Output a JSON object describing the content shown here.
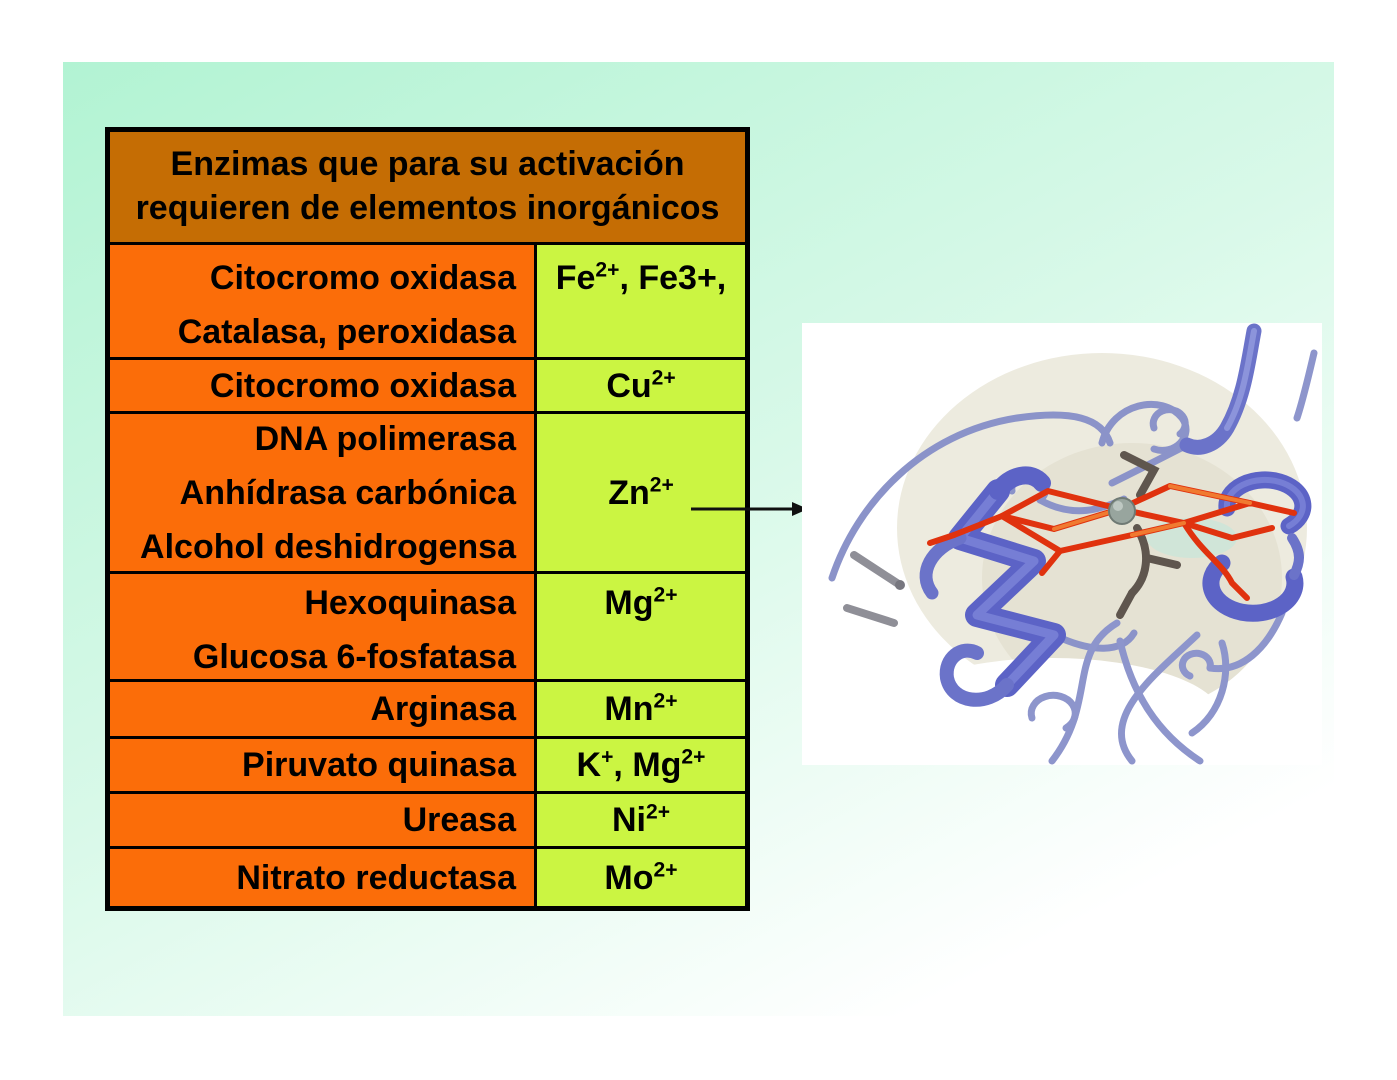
{
  "colors": {
    "header_bg": "#c56d04",
    "enzyme_bg": "#fb6d09",
    "ion_bg": "#cbf542",
    "border_color": "#000000",
    "text_color": "#000000",
    "bg_green": "#b2f3d3",
    "bg_mid": "#d9f9e9",
    "bg_white": "#ffffff"
  },
  "table": {
    "title_lines": [
      "Enzimas que para su activación",
      "requieren de elementos inorgánicos"
    ],
    "rows": [
      {
        "enzymes": [
          "Citocromo oxidasa",
          "Catalasa, peroxidasa"
        ],
        "ion": [
          {
            "t": "Fe"
          },
          {
            "t": "2+",
            "sup": true
          },
          {
            "t": ", Fe3+,"
          }
        ]
      },
      {
        "enzymes": [
          "Citocromo oxidasa"
        ],
        "ion": [
          {
            "t": "Cu"
          },
          {
            "t": "2+",
            "sup": true
          }
        ]
      },
      {
        "enzymes": [
          "DNA polimerasa",
          "Anhídrasa carbónica",
          "Alcohol deshidrogensa"
        ],
        "ion": [
          {
            "t": "Zn"
          },
          {
            "t": "2+",
            "sup": true
          }
        ]
      },
      {
        "enzymes": [
          "Hexoquinasa",
          "Glucosa 6-fosfatasa"
        ],
        "ion": [
          {
            "t": "Mg"
          },
          {
            "t": "2+",
            "sup": true
          }
        ]
      },
      {
        "enzymes": [
          "Arginasa"
        ],
        "ion": [
          {
            "t": "Mn"
          },
          {
            "t": "2+",
            "sup": true
          }
        ]
      },
      {
        "enzymes": [
          "Piruvato quinasa"
        ],
        "ion": [
          {
            "t": "K"
          },
          {
            "t": "+",
            "sup": true
          },
          {
            "t": ", Mg"
          },
          {
            "t": "2+",
            "sup": true
          }
        ]
      },
      {
        "enzymes": [
          "Ureasa"
        ],
        "ion": [
          {
            "t": "Ni"
          },
          {
            "t": "2+",
            "sup": true
          }
        ]
      },
      {
        "enzymes": [
          "Nitrato reductasa"
        ],
        "ion": [
          {
            "t": "Mo"
          },
          {
            "t": "2+",
            "sup": true
          }
        ]
      }
    ]
  },
  "illustration": {
    "icon": "protein-ribbon-structure-with-metal-center"
  }
}
